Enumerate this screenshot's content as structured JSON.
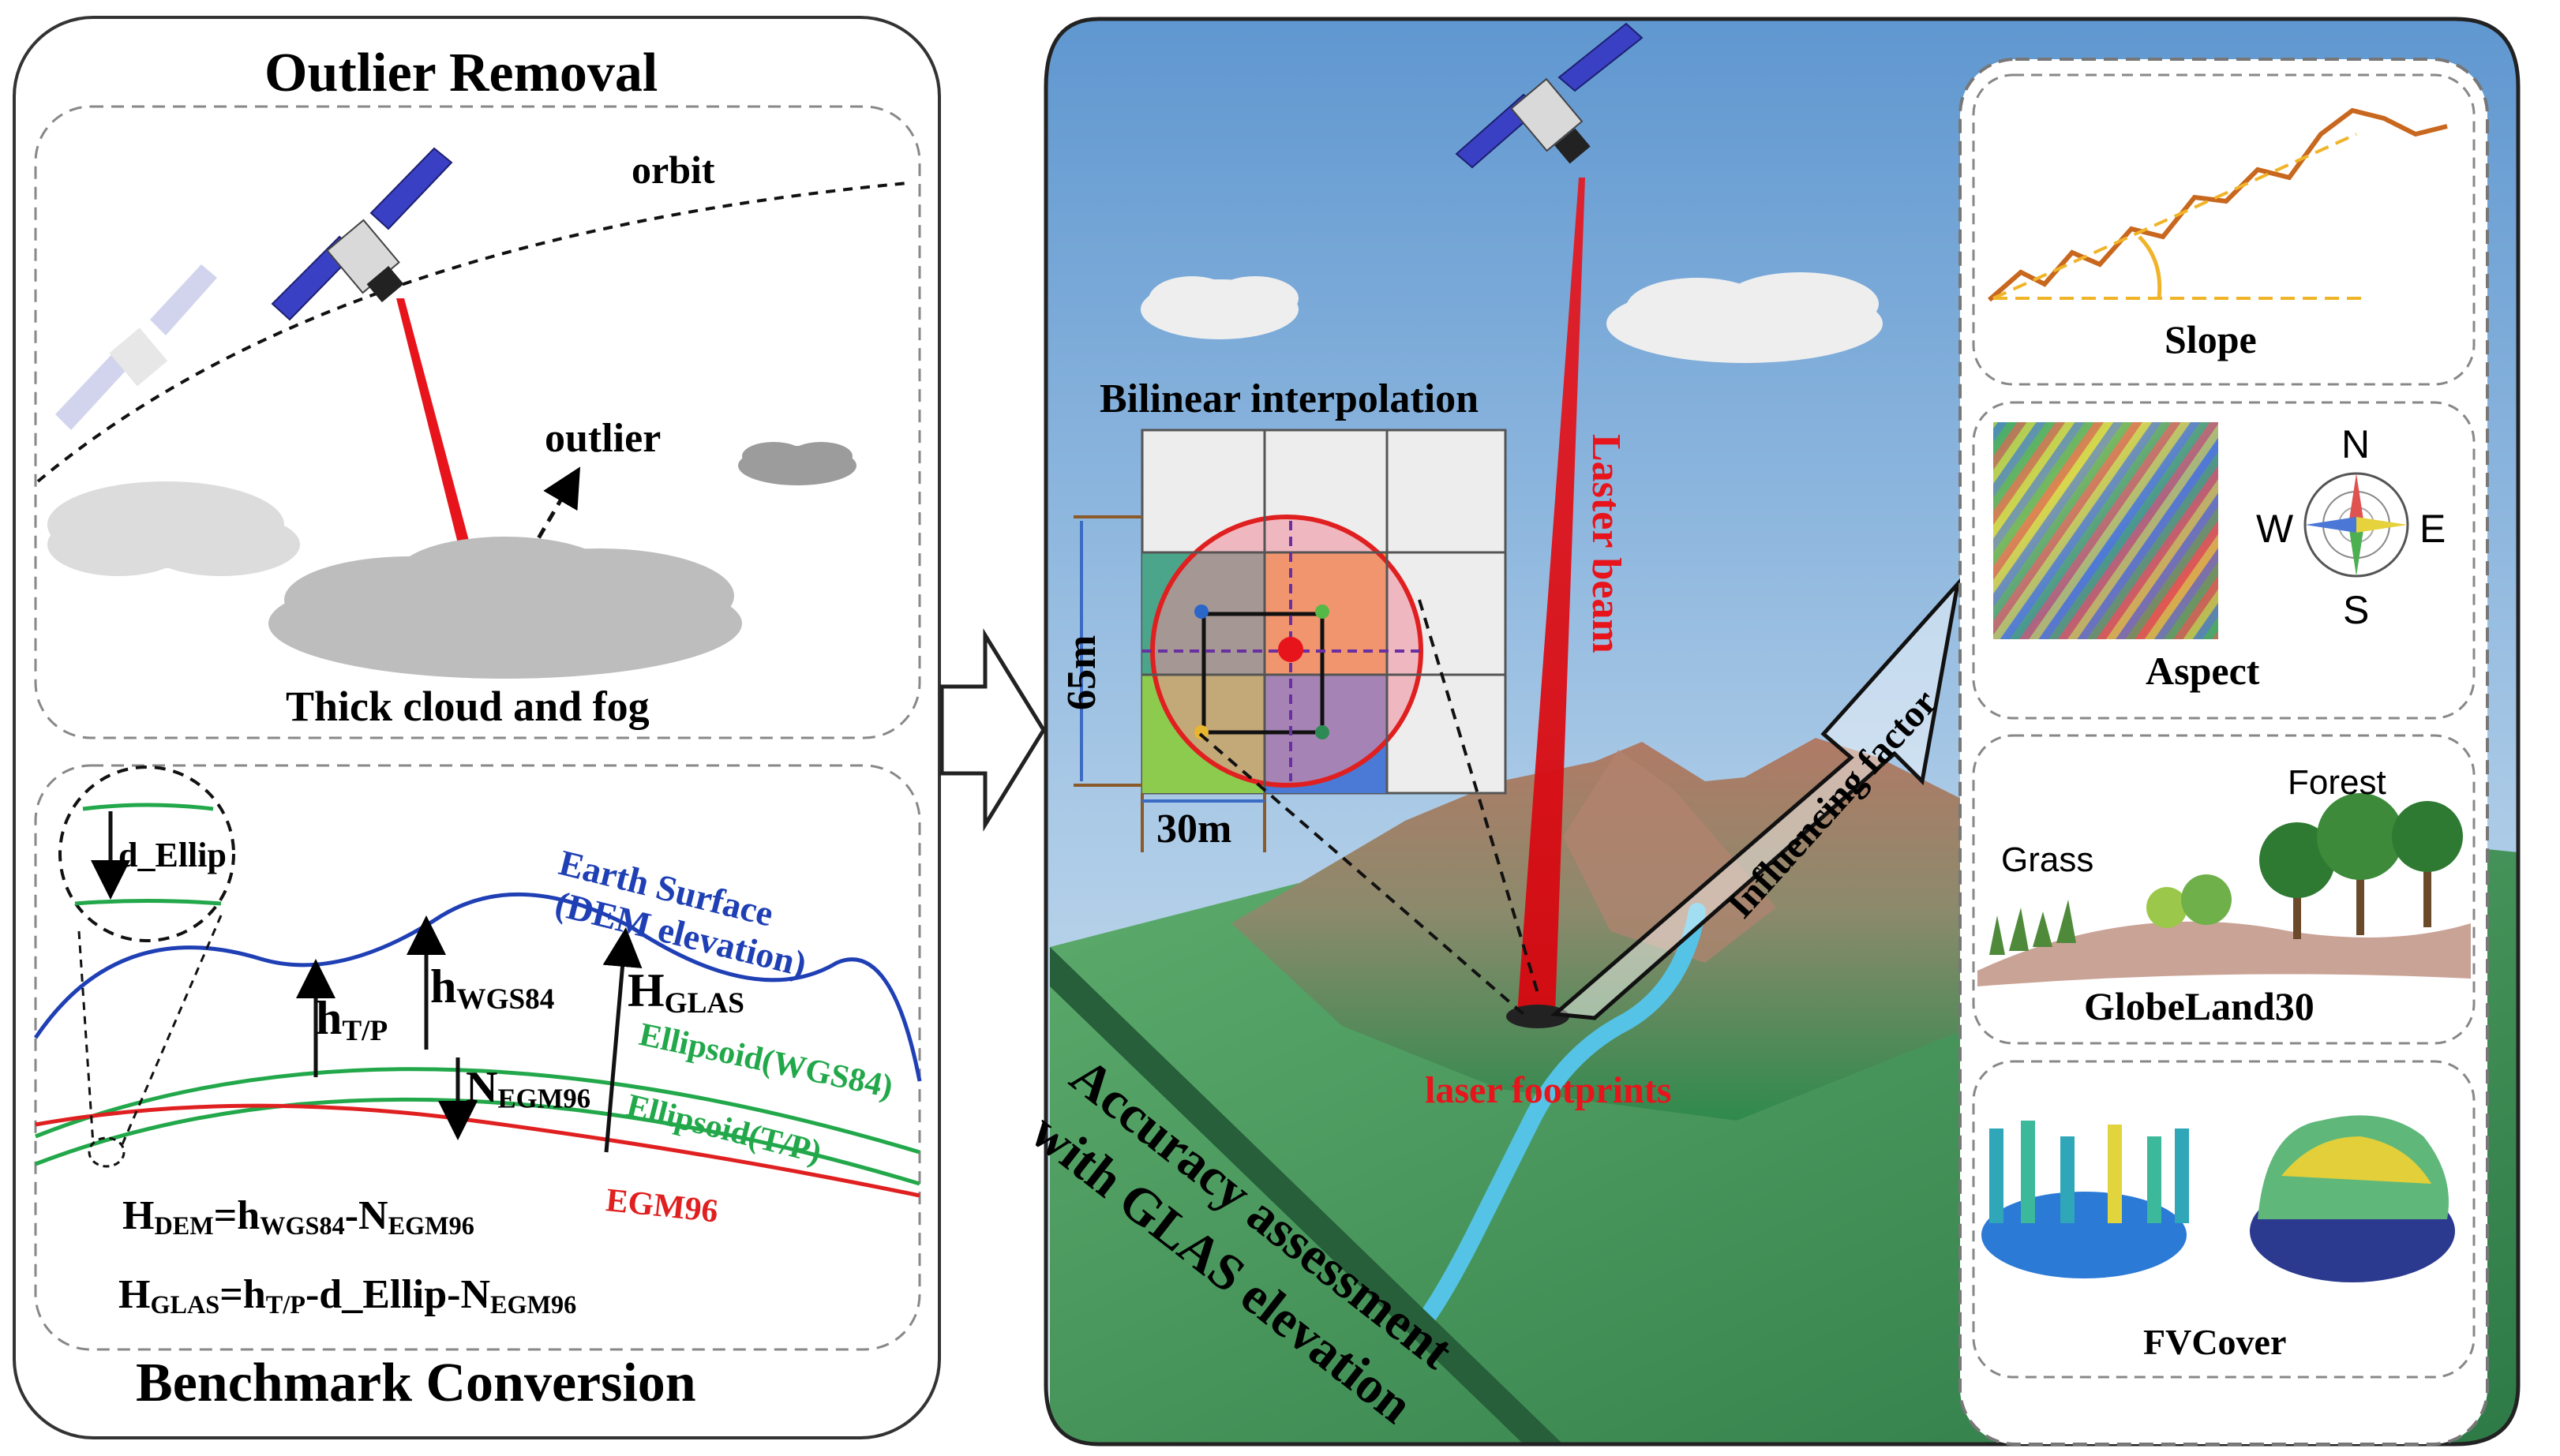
{
  "left_panel": {
    "top_title": "Outlier Removal",
    "orbit_label": "orbit",
    "outlier_label": "outlier",
    "cloud_label": "Thick cloud and fog",
    "bottom_title": "Benchmark Conversion",
    "d_ellip_label": "d_Ellip",
    "earth_surface_line1": "Earth Surface",
    "earth_surface_line2": "(DEM elevation)",
    "h_tp": {
      "base": "h",
      "sub": "T/P"
    },
    "h_wgs84": {
      "base": "h",
      "sub": "WGS84"
    },
    "h_glas": {
      "base": "H",
      "sub": "GLAS"
    },
    "n_egm96": {
      "base": "N",
      "sub": "EGM96"
    },
    "ellipsoid_wgs84": "Ellipsoid(WGS84)",
    "ellipsoid_tp": "Ellipsoid(T/P)",
    "egm96": "EGM96",
    "formula1": {
      "lhs_base": "H",
      "lhs_sub": "DEM",
      "eq": "=",
      "t1_base": "h",
      "t1_sub": "WGS84",
      "minus": "-",
      "t2_base": "N",
      "t2_sub": "EGM96"
    },
    "formula2": {
      "lhs_base": "H",
      "lhs_sub": "GLAS",
      "eq": "=",
      "t1_base": "h",
      "t1_sub": "T/P",
      "mid": "-d_Ellip-",
      "t2_base": "N",
      "t2_sub": "EGM96"
    }
  },
  "center_panel": {
    "bilinear_title": "Bilinear interpolation",
    "dim_65m": "65m",
    "dim_30m": "30m",
    "laser_beam": "Laster beam",
    "influencing_factor": "Influencing factor",
    "laser_footprints": "laser footprints",
    "accuracy_line1": "Accuracy assessment",
    "accuracy_line2": "with GLAS elevation"
  },
  "right_panel": {
    "slope": "Slope",
    "aspect": "Aspect",
    "compass": {
      "n": "N",
      "s": "S",
      "e": "E",
      "w": "W"
    },
    "forest": "Forest",
    "grass": "Grass",
    "globeland": "GlobeLand30",
    "fvcover": "FVCover"
  },
  "colors": {
    "earth_surface": "#1f3fb5",
    "ellipsoid": "#22a84a",
    "egm96": "#e02020",
    "laser": "#e8141c",
    "sky_top": "#5f97d0",
    "terrain_green": "#3f8f55",
    "terrain_brown": "#a86d57"
  }
}
